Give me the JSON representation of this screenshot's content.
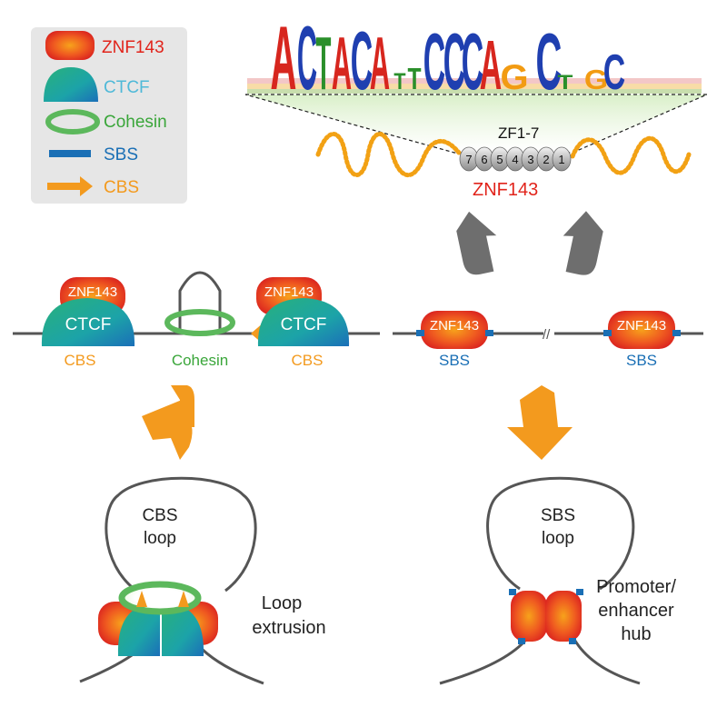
{
  "legend": {
    "znf143": "ZNF143",
    "ctcf": "CTCF",
    "cohesin": "Cohesin",
    "sbs": "SBS",
    "cbs": "CBS"
  },
  "motif": {
    "letters": [
      "A",
      "C",
      "T",
      "A",
      "C",
      "A",
      "T",
      "T",
      "C",
      "C",
      "C",
      "A",
      "G",
      "C",
      "T",
      "G",
      "C"
    ],
    "zf_label": "ZF1-7",
    "zf_numbers": [
      "7",
      "6",
      "5",
      "4",
      "3",
      "2",
      "1"
    ],
    "protein_label": "ZNF143"
  },
  "left_panel": {
    "znf_left": "ZNF143",
    "znf_right": "ZNF143",
    "ctcf_left": "CTCF",
    "ctcf_right": "CTCF",
    "cbs_left": "CBS",
    "cohesin": "Cohesin",
    "cbs_right": "CBS",
    "loop_label_1": "CBS",
    "loop_label_2": "loop",
    "process_1": "Loop",
    "process_2": "extrusion"
  },
  "right_panel": {
    "znf_left": "ZNF143",
    "znf_right": "ZNF143",
    "sbs_left": "SBS",
    "sbs_right": "SBS",
    "break_mark": "//",
    "loop_label_1": "SBS",
    "loop_label_2": "loop",
    "hub_1": "Promoter/",
    "hub_2": "enhancer",
    "hub_3": "hub"
  },
  "colors": {
    "znf143": "#e8361c",
    "ctcf": "#1aa39a",
    "cohesin": "#5cb85c",
    "sbs": "#1a6fb5",
    "cbs": "#f39a1e",
    "dna": "#555555",
    "arrow_gray": "#6e6e6e"
  }
}
